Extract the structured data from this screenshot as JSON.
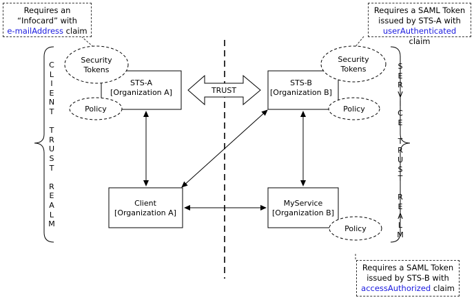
{
  "callouts": {
    "client": {
      "line1": "Requires an",
      "line2": "“Infocard” with",
      "claim": "e-mailAddress",
      "suffix": " claim"
    },
    "sts_b": {
      "line1": "Requires a SAML Token",
      "line2": "issued by STS-A with",
      "claim": "userAuthenticated",
      "suffix": " claim"
    },
    "service": {
      "line1": "Requires a SAML Token",
      "line2": "issued by STS-B with",
      "claim": "accessAuthorized",
      "suffix": " claim"
    }
  },
  "boxes": {
    "sts_a": {
      "name": "STS-A",
      "org": "[Organization A]"
    },
    "sts_b": {
      "name": "STS-B",
      "org": "[Organization B]"
    },
    "client": {
      "name": "Client",
      "org": "[Organization A]"
    },
    "service": {
      "name": "MyService",
      "org": "[Organization B]"
    }
  },
  "ellipses": {
    "security_tokens_1": "Security",
    "security_tokens_2": "Tokens",
    "policy": "Policy"
  },
  "trust_label": "TRUST",
  "realms": {
    "client": [
      "C",
      "L",
      "I",
      "E",
      "N",
      "T",
      "",
      "T",
      "R",
      "U",
      "S",
      "T",
      "",
      "R",
      "E",
      "A",
      "L",
      "M"
    ],
    "service": [
      "S",
      "E",
      "R",
      "V",
      "I",
      "C",
      "E",
      "",
      "T",
      "R",
      "U",
      "S",
      "T",
      "",
      "R",
      "E",
      "A",
      "L",
      "M"
    ]
  },
  "colors": {
    "highlight": "#1a1adf"
  }
}
